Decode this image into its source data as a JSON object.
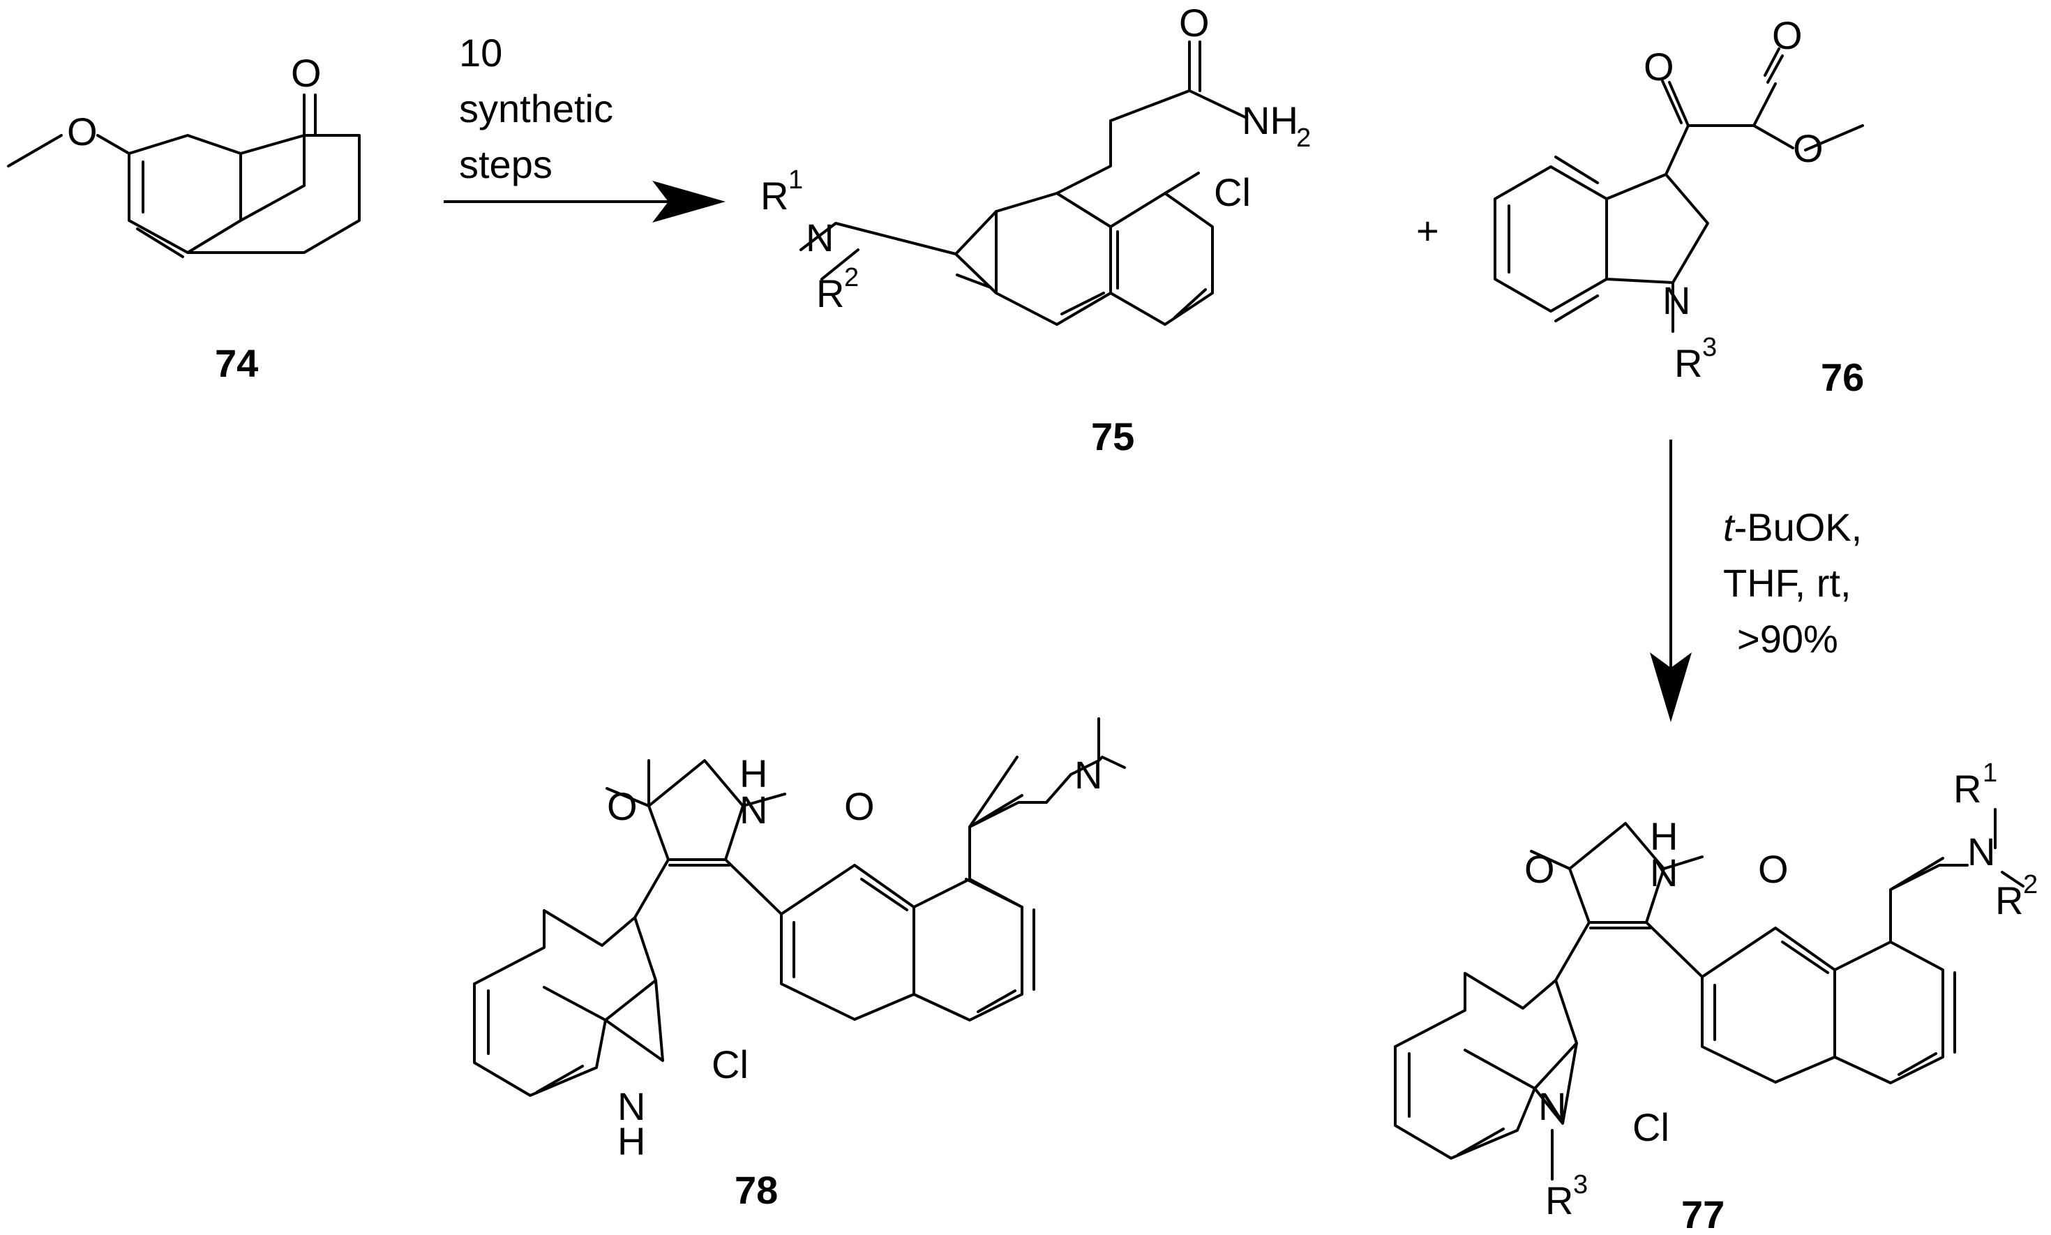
{
  "compounds": {
    "c74": {
      "number": "74",
      "atoms": {
        "o_methoxy": "O",
        "o_ketone": "O"
      }
    },
    "c75": {
      "number": "75",
      "atoms": {
        "r1": "R",
        "r1_sup": "1",
        "n": "N",
        "r2": "R",
        "r2_sup": "2",
        "o_amide": "O",
        "nh": "NH",
        "nh_sub": "2",
        "cl": "Cl"
      }
    },
    "c76": {
      "number": "76",
      "atoms": {
        "o_keto": "O",
        "o_ester": "O",
        "o_methoxy": "O",
        "n": "N",
        "r3": "R",
        "r3_sup": "3"
      }
    },
    "c77": {
      "number": "77",
      "atoms": {
        "h": "H",
        "n_imide": "N",
        "o_left": "O",
        "o_right": "O",
        "r1": "R",
        "r1_sup": "1",
        "n_amine": "N",
        "r2": "R",
        "r2_sup": "2",
        "cl": "Cl",
        "n_indole": "N",
        "r3": "R",
        "r3_sup": "3"
      }
    },
    "c78": {
      "number": "78",
      "atoms": {
        "h": "H",
        "n_imide": "N",
        "o_left": "O",
        "o_right": "O",
        "n_amine": "N",
        "cl": "Cl",
        "n_indole": "N",
        "h_indole": "H"
      }
    }
  },
  "plus_sign": "+",
  "arrow_top": {
    "line1": "10",
    "line2": "synthetic",
    "line3": "steps"
  },
  "arrow_down": {
    "reagent_italic": "t",
    "reagent_rest": "-BuOK,",
    "line2": "THF,  rt,",
    "line3": ">90%"
  }
}
